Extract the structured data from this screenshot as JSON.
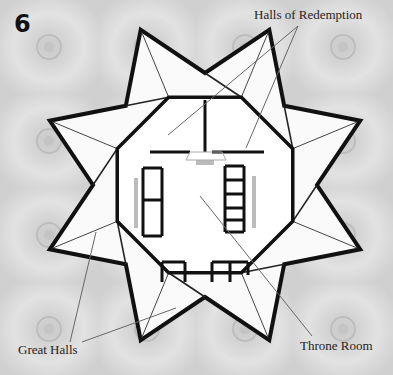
{
  "diagram": {
    "labels": [
      "6",
      "Halls of Redemption",
      "Great Halls",
      "Throne Room"
    ]
  }
}
